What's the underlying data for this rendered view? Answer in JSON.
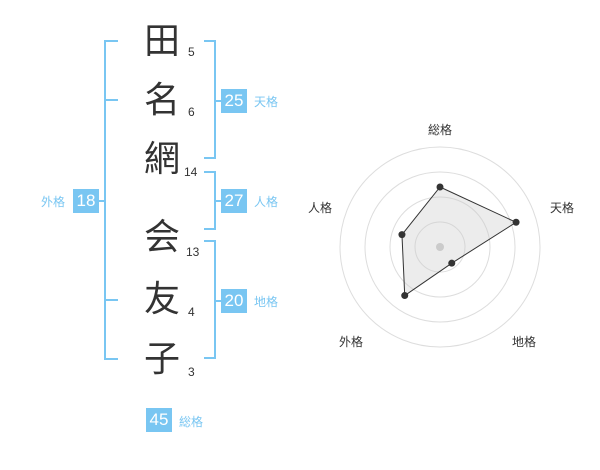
{
  "name_chars": [
    {
      "char": "田",
      "strokes": "5"
    },
    {
      "char": "名",
      "strokes": "6"
    },
    {
      "char": "網",
      "strokes": "14"
    },
    {
      "char": "会",
      "strokes": "13"
    },
    {
      "char": "友",
      "strokes": "4"
    },
    {
      "char": "子",
      "strokes": "3"
    }
  ],
  "fortunes": {
    "tenkaku": {
      "value": "25",
      "label": "天格"
    },
    "jinkaku": {
      "value": "27",
      "label": "人格"
    },
    "chikaku": {
      "value": "20",
      "label": "地格"
    },
    "gaikaku": {
      "value": "18",
      "label": "外格"
    },
    "soukaku": {
      "value": "45",
      "label": "総格"
    }
  },
  "colors": {
    "accent": "#79c6f2",
    "text": "#333333"
  },
  "chart_data": {
    "type": "radar",
    "axes": [
      "総格",
      "天格",
      "地格",
      "外格",
      "人格"
    ],
    "values": [
      3,
      4,
      1,
      3,
      2
    ],
    "max": 5,
    "rings": 4
  }
}
